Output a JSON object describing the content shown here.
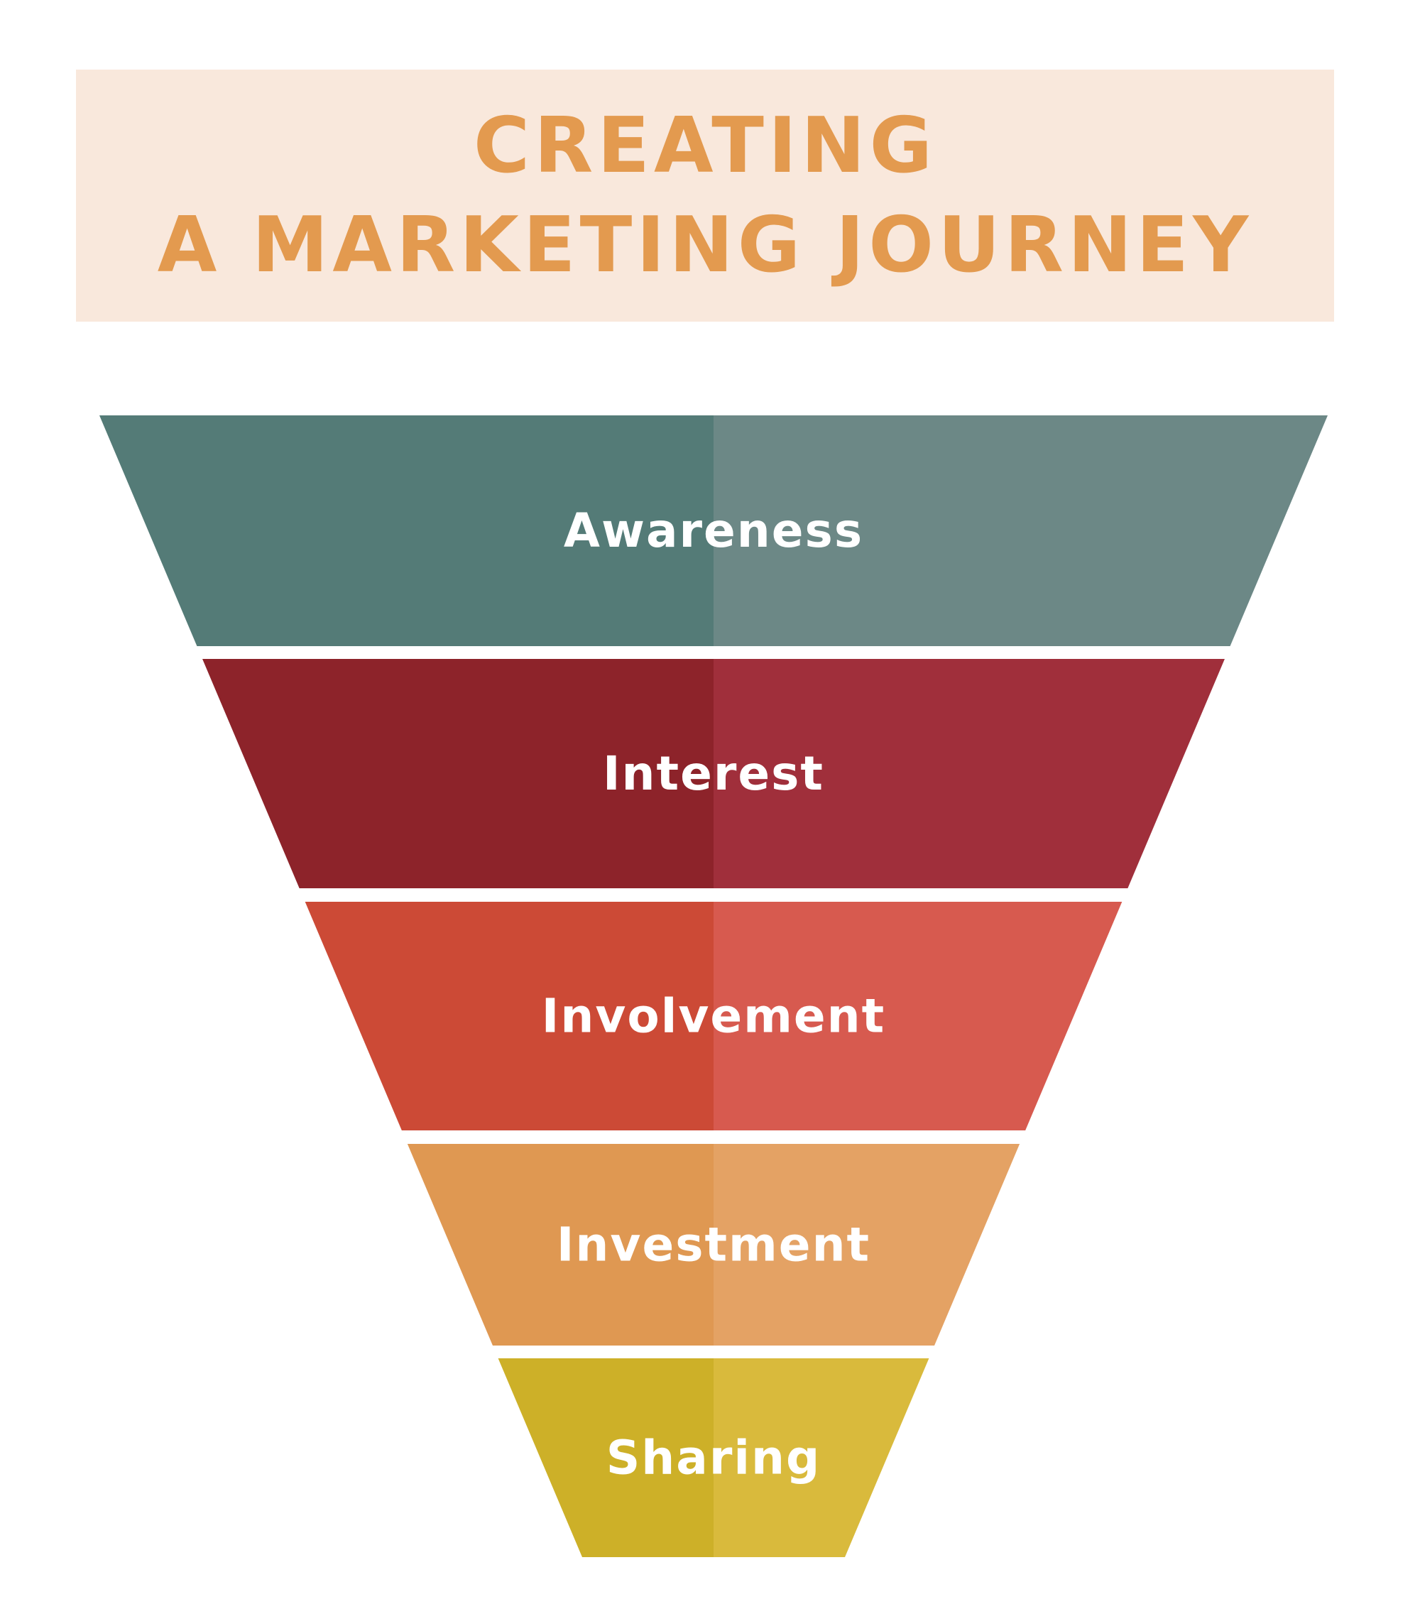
{
  "title": {
    "line1": "CREATING",
    "line2": "A MARKETING JOURNEY"
  },
  "funnel": {
    "stages": [
      {
        "label": "Awareness",
        "color_left": "#547b77",
        "color_right": "#6c8886"
      },
      {
        "label": "Interest",
        "color_left": "#8d232a",
        "color_right": "#a02f3b"
      },
      {
        "label": "Involvement",
        "color_left": "#cc4a36",
        "color_right": "#d75a4f"
      },
      {
        "label": "Investment",
        "color_left": "#df9852",
        "color_right": "#e4a264"
      },
      {
        "label": "Sharing",
        "color_left": "#cdb028",
        "color_right": "#d9ba3c"
      }
    ]
  },
  "colors": {
    "title_text": "#e39a4f",
    "title_background": "#f9e8dc",
    "stage_label": "#ffffff"
  }
}
